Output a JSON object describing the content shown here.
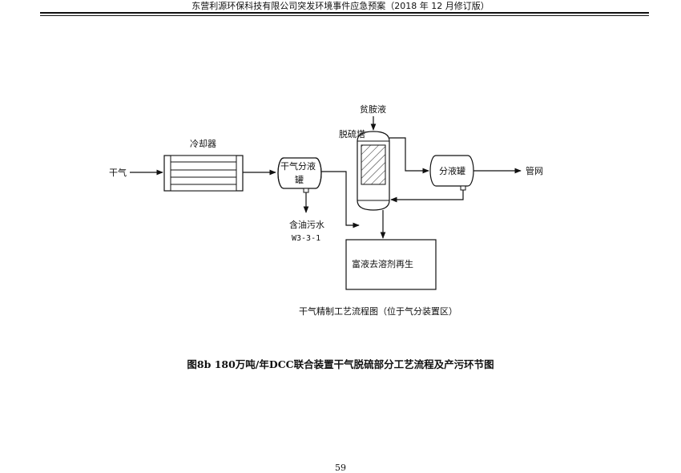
{
  "header": {
    "title": "东营利源环保科技有限公司突发环境事件应急预案（2018 年 12 月修订版）"
  },
  "diagram": {
    "feed_label": "干气",
    "cooler_label": "冷却器",
    "separator1_label_line1": "干气分液",
    "separator1_label_line2": "罐",
    "lean_amine_label": "贫胺液",
    "absorber_label": "脱硫塔",
    "separator2_label": "分液罐",
    "outlet_label": "管网",
    "waste_label": "含油污水",
    "waste_code": "W3-3-1",
    "regen_label": "富液去溶剂再生",
    "diagram_caption": "干气精制工艺流程图（位于气分装置区）"
  },
  "figure_caption": "图8b 180万吨/年DCC联合装置干气脱硫部分工艺流程及产污环节图",
  "page_number": "59"
}
